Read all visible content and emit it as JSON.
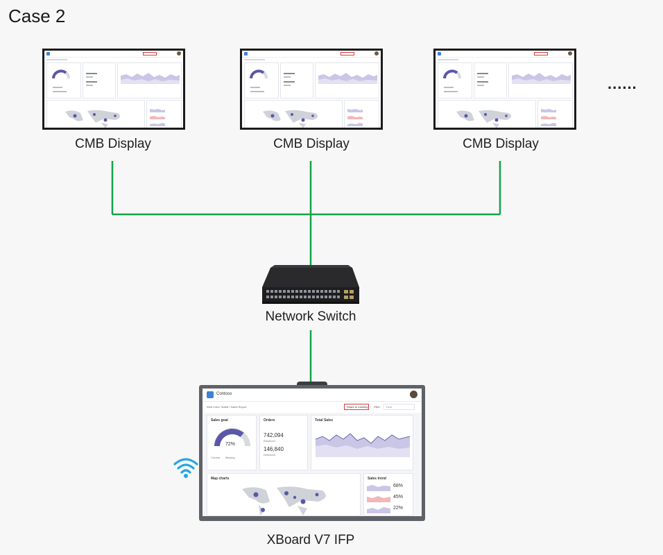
{
  "title": "Case 2",
  "more": "......",
  "cmb_displays": [
    {
      "label": "CMB Display"
    },
    {
      "label": "CMB Display"
    },
    {
      "label": "CMB Display"
    }
  ],
  "network_switch": {
    "label": "Network Switch"
  },
  "ifp": {
    "label": "XBoard V7 IFP",
    "app_name": "Contoso",
    "breadcrumb": "Web Color Toolkit / Sales Report",
    "share_button": "Share to meeting",
    "filter_label": "Filter",
    "date_placeholder": "Find",
    "cards": {
      "sales_goal": {
        "title": "Sales goal",
        "value": "72%",
        "legend_a": "Current",
        "legend_b": "Missing"
      },
      "orders": {
        "title": "Orders",
        "value_a": "742,094",
        "label_a": "Received",
        "value_b": "146,840",
        "label_b": "Delivered"
      },
      "total_sales": {
        "title": "Total Sales"
      },
      "map": {
        "title": "Map charts"
      },
      "sales_trend": {
        "title": "Sales trend",
        "pct_a": "68%",
        "pct_b": "45%",
        "pct_c": "22%"
      }
    }
  },
  "colors": {
    "link": "#12a24a",
    "accent": "#5b57a8",
    "highlight": "#d9393a"
  }
}
